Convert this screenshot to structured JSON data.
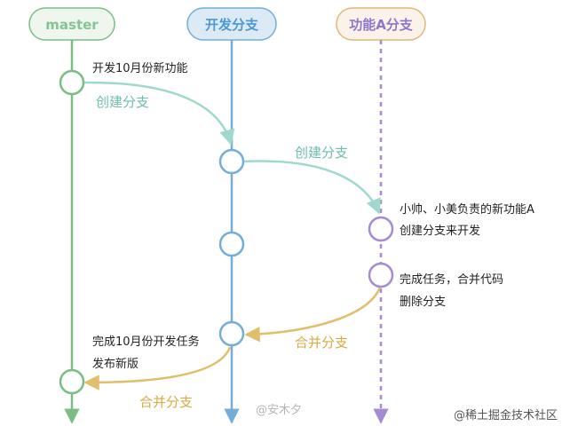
{
  "colors": {
    "master": "#7bbd85",
    "master_fill": "#eef6ee",
    "master_text": "#86c493",
    "dev": "#74aed6",
    "dev_fill": "#dbeaf5",
    "dev_text": "#4d98cf",
    "feature": "#a48bd2",
    "feature_fill": "#fbf3ea",
    "feature_border": "#e2b677",
    "feature_text": "#8d77cc",
    "branch_arrow": "#9fd9cd",
    "branch_label": "#6dbdb0",
    "merge_arrow": "#e0be6c",
    "merge_label": "#d8ab44"
  },
  "branches": {
    "master": "master",
    "dev": "开发分支",
    "feature": "功能A分支"
  },
  "notes": {
    "dev_new_feature": "开发10月份新功能",
    "assign_line1": "小帅、小美负责的新功能A",
    "assign_line2": "创建分支来开发",
    "done_line1": "完成任务，合并代码",
    "done_line2": "删除分支",
    "release_line1": "完成10月份开发任务",
    "release_line2": "发布新版"
  },
  "edges": {
    "create_dev": "创建分支",
    "create_feature": "创建分支",
    "merge_feature": "合并分支",
    "merge_master": "合并分支"
  },
  "watermarks": {
    "author": "@安木夕",
    "site": "@稀土掘金技术社区"
  }
}
